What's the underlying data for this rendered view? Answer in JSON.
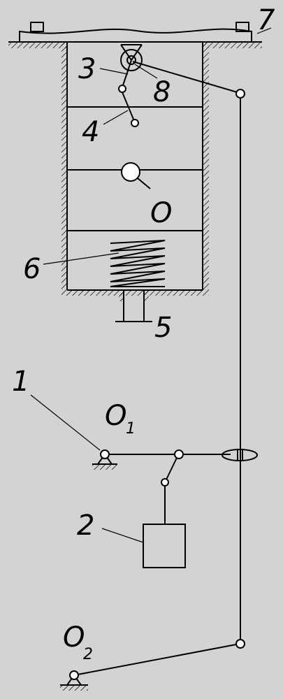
{
  "labels": {
    "n1": "1",
    "n2": "2",
    "n3": "3",
    "n4": "4",
    "n5": "5",
    "n6": "6",
    "n7": "7",
    "n8": "8",
    "o": "O",
    "o1_letter": "O",
    "o1_sub": "1",
    "o2_letter": "O",
    "o2_sub": "2"
  },
  "colors": {
    "background": "#d3d3d1",
    "ink": "#000000",
    "fill": "#ffffff"
  }
}
